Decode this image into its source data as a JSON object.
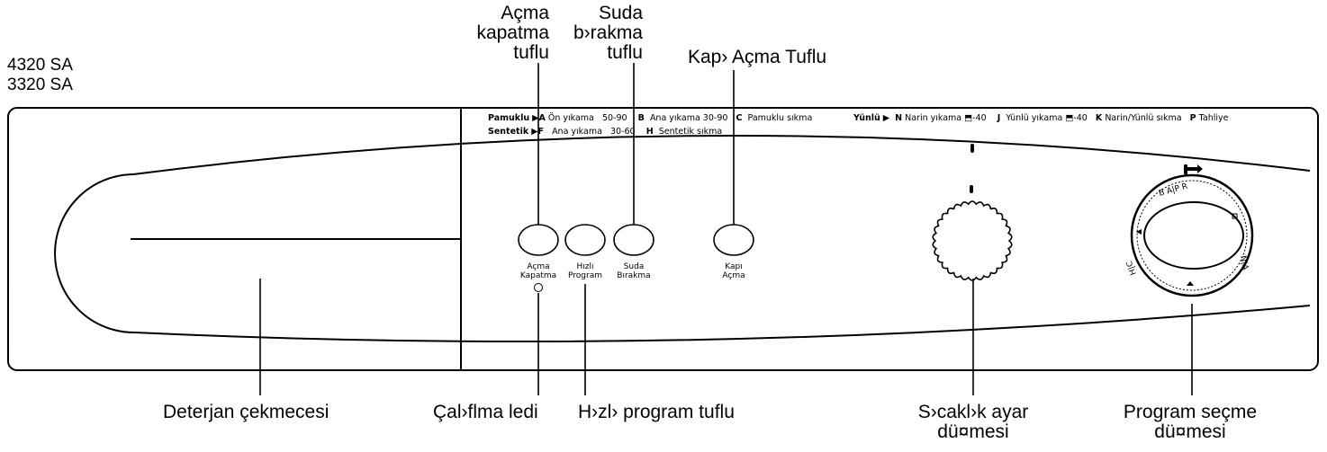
{
  "models": [
    "4320 SA",
    "3320 SA"
  ],
  "legend": {
    "row1": {
      "pamuklu": "Pamuklu",
      "a_letter": "A",
      "a_text": "Ön yıkama",
      "a_temp": "50-90",
      "b_letter": "B",
      "b_text": "Ana yıkama  30-90",
      "c_letter": "C",
      "c_text": "Pamuklu sıkma",
      "yunlu": "Yünlü",
      "n_letter": "N",
      "n_text": "Narin yıkama",
      "n_temp": "-40",
      "j_letter": "J",
      "j_text": "Yünlü yıkama",
      "j_temp": "-40",
      "k_letter": "K",
      "k_text": "Narin/Yünlü sıkma",
      "p_letter": "P",
      "p_text": "Tahliye"
    },
    "row2": {
      "sentetik": "Sentetik",
      "f_letter": "F",
      "f_text": "Ana yıkama",
      "f_temp": "30-60",
      "h_letter": "H",
      "h_text": "Sentetik sıkma"
    }
  },
  "buttons": {
    "on_off": {
      "line1": "Açma",
      "line2": "Kapatma"
    },
    "quick": {
      "line1": "Hızlı",
      "line2": "Program"
    },
    "rinse_hold": {
      "line1": "Suda",
      "line2": "Bırakma"
    },
    "door": {
      "line1": "Kapı",
      "line2": "Açma"
    }
  },
  "dial_labels": {
    "top": "B A|P R",
    "right": "N|A",
    "left": "H|C"
  },
  "callouts": {
    "on_off_button": {
      "line1": "Açma",
      "line2": "kapatma",
      "line3": "tuflu"
    },
    "rinse_hold_button": {
      "line1": "Suda",
      "line2": "b›rakma",
      "line3": "tuflu"
    },
    "door_button": "Kap› Açma Tuflu",
    "detergent_drawer": "Deterjan çekmecesi",
    "operation_led": "Çal›flma ledi",
    "quick_program_button": "H›zl› program tuflu",
    "temperature_knob": {
      "line1": "S›cakl›k ayar",
      "line2": "dü¤mesi"
    },
    "program_knob": {
      "line1": "Program seçme",
      "line2": "dü¤mesi"
    }
  }
}
